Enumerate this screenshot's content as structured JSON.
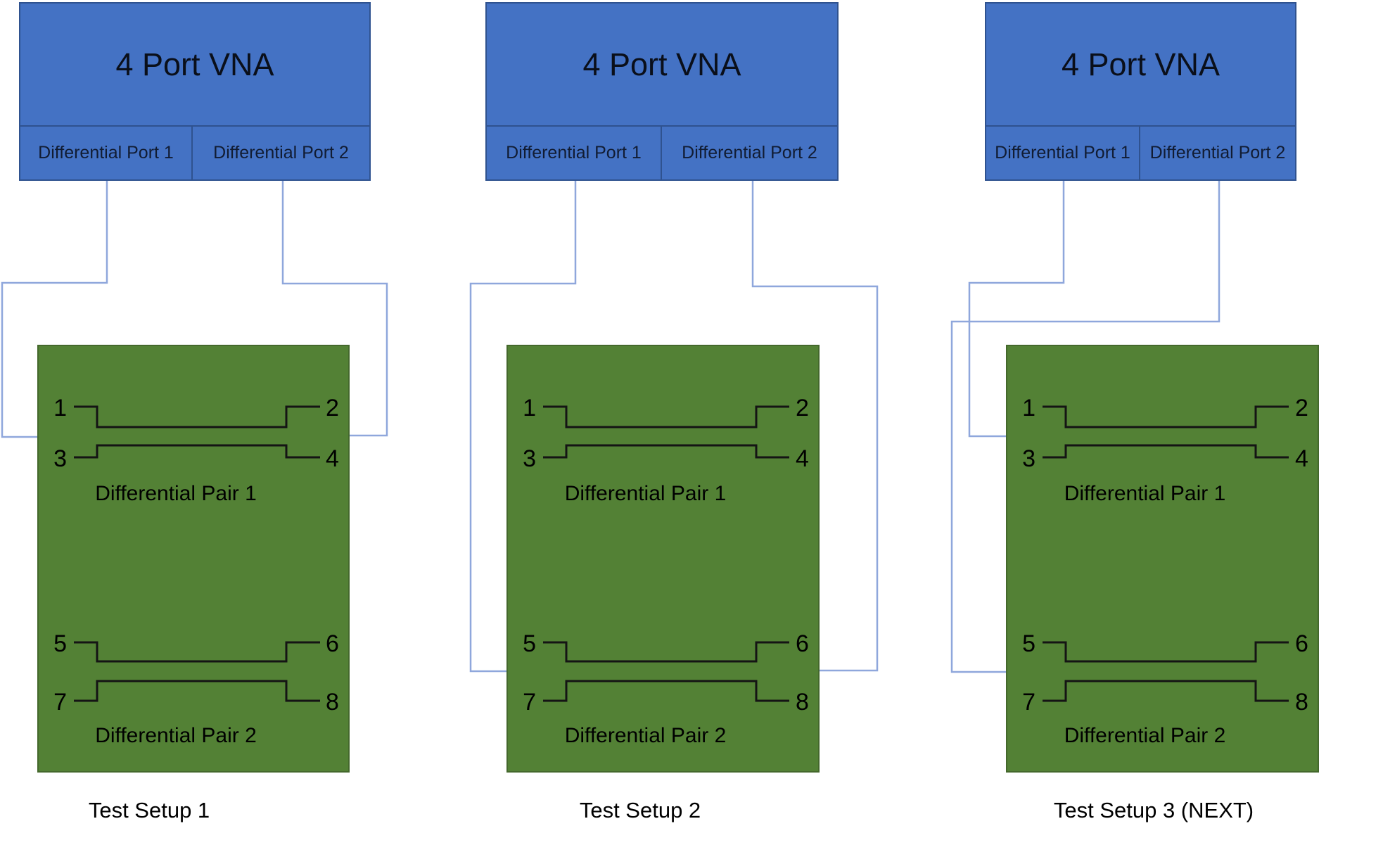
{
  "colors": {
    "vna_fill": "#4472C4",
    "vna_border": "#2F528F",
    "dut_fill": "#538135",
    "dut_border": "#44682C",
    "cable_line": "#8FA7DC",
    "signal_trace": "#141414",
    "text": "#000000",
    "port_label_text": "#111C33"
  },
  "setups": [
    {
      "caption": "Test Setup 1",
      "vna": {
        "title": "4 Port VNA",
        "port1_label": "Differential Port 1",
        "port2_label": "Differential Port 2"
      },
      "dut": {
        "pins": [
          "1",
          "2",
          "3",
          "4",
          "5",
          "6",
          "7",
          "8"
        ],
        "pair1_label": "Differential Pair 1",
        "pair2_label": "Differential Pair 2"
      },
      "connections": {
        "port1": "Differential Port 1 to left side of Differential Pair 1 (pins 1, 3)",
        "port2": "Differential Port 2 to right side of Differential Pair 1 (pins 2, 4)"
      }
    },
    {
      "caption": "Test Setup 2",
      "vna": {
        "title": "4 Port VNA",
        "port1_label": "Differential Port 1",
        "port2_label": "Differential Port 2"
      },
      "dut": {
        "pins": [
          "1",
          "2",
          "3",
          "4",
          "5",
          "6",
          "7",
          "8"
        ],
        "pair1_label": "Differential Pair 1",
        "pair2_label": "Differential Pair 2"
      },
      "connections": {
        "port1": "Differential Port 1 to left side of Differential Pair 2 (pins 5, 7)",
        "port2": "Differential Port 2 to right side of Differential Pair 2 (pins 6, 8)"
      }
    },
    {
      "caption": "Test Setup 3 (NEXT)",
      "vna": {
        "title": "4 Port VNA",
        "port1_label": "Differential Port 1",
        "port2_label": "Differential Port 2"
      },
      "dut": {
        "pins": [
          "1",
          "2",
          "3",
          "4",
          "5",
          "6",
          "7",
          "8"
        ],
        "pair1_label": "Differential Pair 1",
        "pair2_label": "Differential Pair 2"
      },
      "connections": {
        "port1": "Differential Port 1 to left side of Differential Pair 1 (pins 1, 3)",
        "port2": "Differential Port 2 to left side of Differential Pair 2 (pins 5, 7)"
      }
    }
  ]
}
